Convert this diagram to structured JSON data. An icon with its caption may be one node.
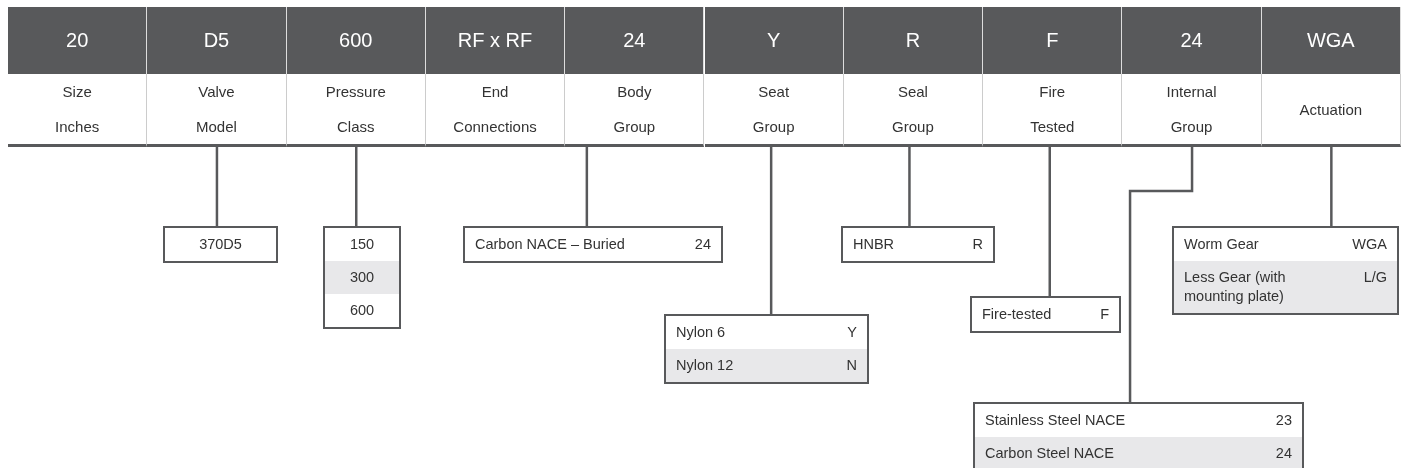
{
  "diagram": {
    "nodes": [
      {
        "text": [
          "20",
          "Size Inches"
        ]
      },
      {
        "text": [
          "D5",
          "Valve Model"
        ]
      },
      {
        "text": [
          "600",
          "Pressure Class"
        ]
      },
      {
        "text": [
          "RF x RF",
          "End Connections"
        ]
      },
      {
        "text": [
          "24",
          "Body Group"
        ]
      },
      {
        "text": [
          "Y",
          "Seat Group"
        ]
      },
      {
        "text": [
          "R",
          "Seal Group"
        ]
      },
      {
        "text": [
          "F",
          "Fire Tested"
        ]
      },
      {
        "text": [
          "24",
          "Internal Group"
        ]
      },
      {
        "text": [
          "WGA",
          "Actuation"
        ]
      },
      {
        "text": [
          "370D5"
        ]
      },
      {
        "text": [
          "150",
          "300",
          "600"
        ]
      },
      {
        "text": [
          "Carbon NACE – Buried",
          "24"
        ]
      },
      {
        "text": [
          "HNBR",
          "R"
        ]
      },
      {
        "text": [
          "Worm Gear",
          "WGA",
          "Less Gear (with mounting plate)",
          "L/G"
        ]
      },
      {
        "text": [
          "Fire-tested",
          "F"
        ]
      },
      {
        "text": [
          "Nylon 6",
          "Y",
          "Nylon 12",
          "N"
        ]
      },
      {
        "text": [
          "Stainless Steel NACE",
          "23",
          "Carbon Steel NACE",
          "24"
        ]
      }
    ],
    "edges": [
      {
        "from": 1,
        "to": 10,
        "arrow": "none"
      },
      {
        "from": 2,
        "to": 11,
        "arrow": "none"
      },
      {
        "from": 4,
        "to": 12,
        "arrow": "none"
      },
      {
        "from": 6,
        "to": 13,
        "arrow": "none"
      },
      {
        "from": 9,
        "to": 14,
        "arrow": "none"
      },
      {
        "from": 7,
        "to": 15,
        "arrow": "none"
      },
      {
        "from": 5,
        "to": 16,
        "arrow": "none"
      },
      {
        "from": 8,
        "to": 17,
        "arrow": "none"
      }
    ]
  }
}
